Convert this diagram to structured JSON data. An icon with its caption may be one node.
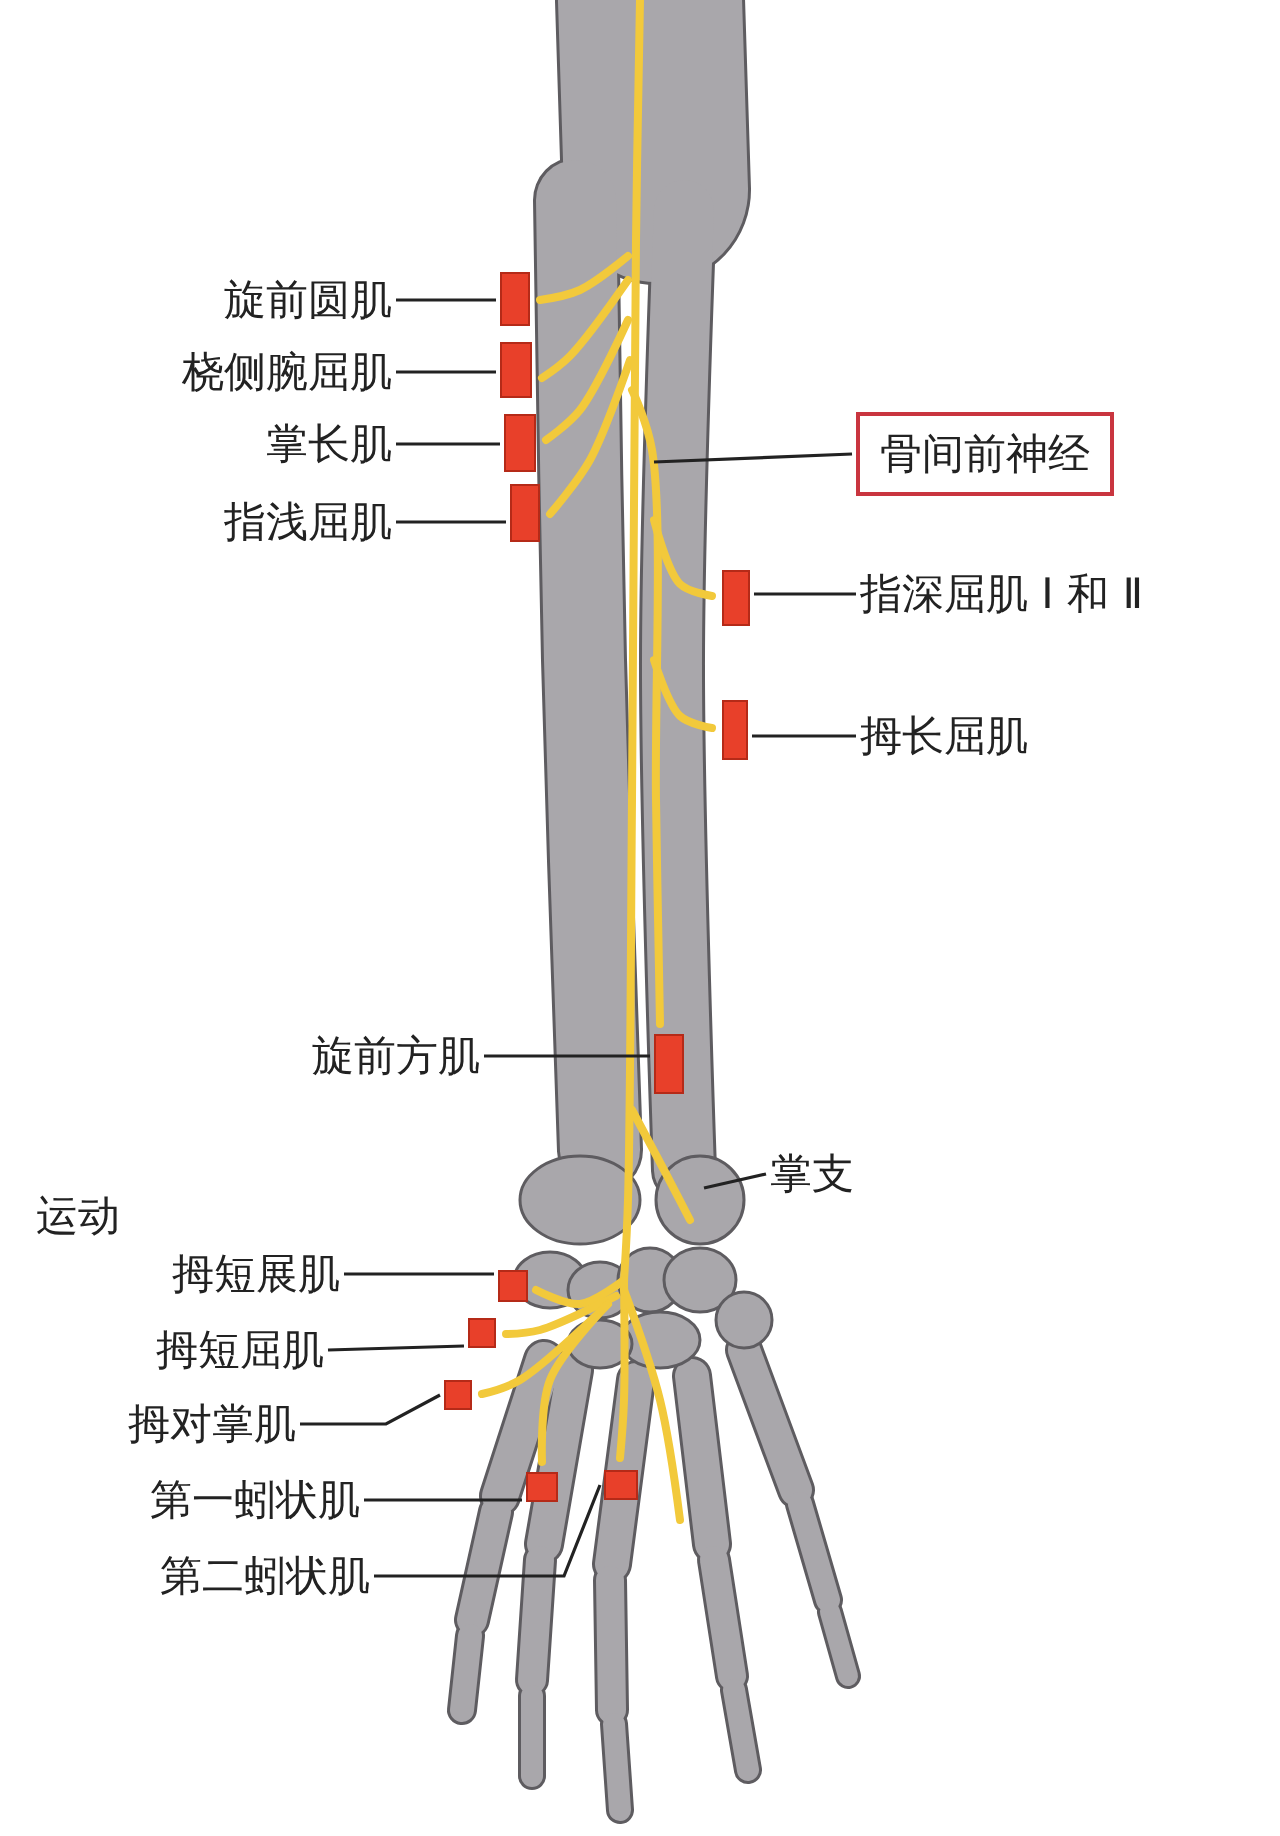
{
  "diagram": {
    "nodes": [
      {
        "text": [
          "旋前圆肌"
        ]
      },
      {
        "text": [],
        "shape": "box"
      },
      {
        "text": [
          "桡侧腕屈肌"
        ]
      },
      {
        "text": [],
        "shape": "box"
      },
      {
        "text": [
          "掌长肌"
        ]
      },
      {
        "text": [],
        "shape": "box"
      },
      {
        "text": [
          "指浅屈肌"
        ]
      },
      {
        "text": [],
        "shape": "box"
      },
      {
        "text": [
          "骨间前神经"
        ]
      },
      {
        "text": [],
        "shape": "box"
      },
      {
        "text": [
          "指深屈肌 Ⅰ 和 Ⅱ"
        ]
      },
      {
        "text": [],
        "shape": "box"
      },
      {
        "text": [
          "拇长屈肌"
        ]
      },
      {
        "text": [
          "旋前方肌"
        ]
      },
      {
        "text": [],
        "shape": "box"
      },
      {
        "text": [
          "掌支"
        ]
      },
      {
        "text": [
          "拇短展肌"
        ]
      },
      {
        "text": [],
        "shape": "box"
      },
      {
        "text": [
          "拇短屈肌"
        ]
      },
      {
        "text": [],
        "shape": "box"
      },
      {
        "text": [
          "拇对掌肌"
        ]
      },
      {
        "text": [],
        "shape": "box"
      },
      {
        "text": [
          "第一蚓状肌"
        ]
      },
      {
        "text": [],
        "shape": "box"
      },
      {
        "text": [
          "第二蚓状肌"
        ]
      },
      {
        "text": [],
        "shape": "box"
      }
    ],
    "edges": [
      {
        "from": 0,
        "to": 1,
        "arrow": "none"
      },
      {
        "from": 2,
        "to": 3,
        "arrow": "none"
      },
      {
        "from": 4,
        "to": 5,
        "arrow": "none"
      },
      {
        "from": 6,
        "to": 7,
        "arrow": "none"
      },
      {
        "from": 8,
        "to": null,
        "arrow": "none"
      },
      {
        "from": 10,
        "to": 9,
        "arrow": "none"
      },
      {
        "from": 12,
        "to": 11,
        "arrow": "none"
      },
      {
        "from": 13,
        "to": 14,
        "arrow": "none"
      },
      {
        "from": 15,
        "to": null,
        "arrow": "none"
      },
      {
        "from": 16,
        "to": 17,
        "arrow": "none"
      },
      {
        "from": 18,
        "to": 19,
        "arrow": "none"
      },
      {
        "from": 20,
        "to": 21,
        "arrow": "none"
      },
      {
        "from": 22,
        "to": 23,
        "arrow": "none"
      },
      {
        "from": 24,
        "to": 25,
        "arrow": "none"
      }
    ],
    "labels": [
      "运动"
    ]
  }
}
